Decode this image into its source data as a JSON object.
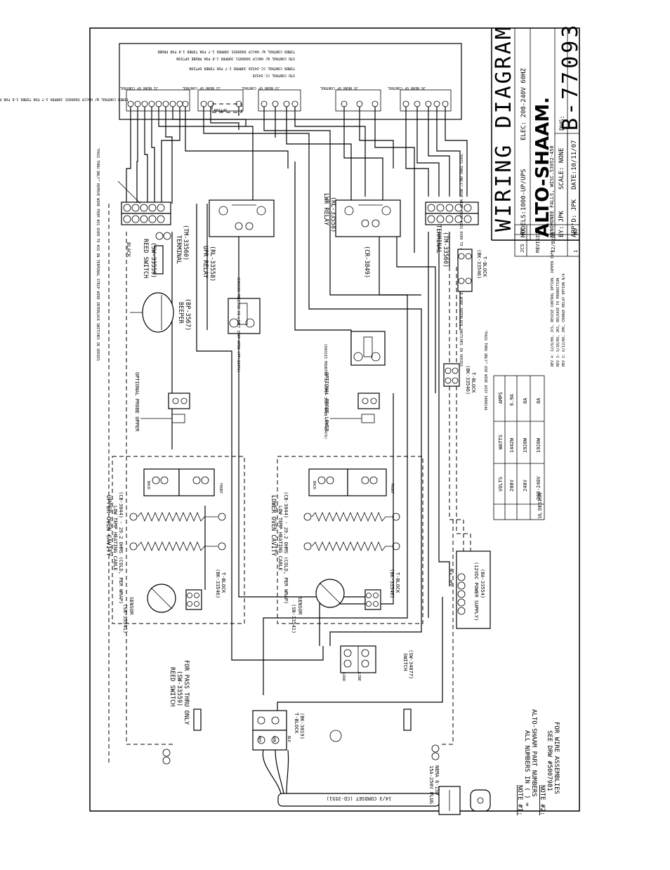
{
  "title_block": {
    "title": "WIRING DIAGRAM",
    "models": "MODELS:1000-UP/UPS",
    "elec": "ELEC: 208-240V 60HZ",
    "brand": "ALTO-SHAAM.",
    "address": "MENOMONEE FALLS, WISC.53052-450",
    "by": "BY: JPK",
    "scale": "SCALE: NONE",
    "dwg_label": "DWG:",
    "dwg_number": "B-77093",
    "appd": "APP'D: JPK",
    "date": "DATE:10/11/07"
  },
  "revision_table": {
    "headers": [
      "NO",
      "REVISION",
      "BY"
    ],
    "rows": [
      [
        "1",
        "12/8/08",
        "JCS"
      ]
    ]
  },
  "rating_table": {
    "headers": [
      "UL",
      "DESIGN",
      "VOLTS",
      "WATTS",
      "AMPS"
    ],
    "rows": [
      [
        "208V",
        "1442W",
        "6.9A"
      ],
      [
        "240V",
        "1920W",
        "8A"
      ],
      [
        "208-240V",
        "1920W",
        "8A"
      ]
    ]
  },
  "revision_notes": [
    "REV 4: 12/8/08, JCS, REVISE CONTROL OPTION. JUMPER INFO",
    "REV 3: 5/28/08, JKS, RELEASE TO PRODUCTION",
    "REV 2: 6/12/08, JPK, CHANGE RELAY OPTION N/A"
  ],
  "notes": {
    "note1_title": "NOTE #1:",
    "note1_l1": "ALL NUMBERS IN ( ) =",
    "note1_l2": "ALTO-SHAAM PART NUMBERS",
    "note2_title": "NOTE #2:",
    "note2_l1": "SEE DRW #5007981",
    "note2_l2": "FOR WIRE ASSEMBLIES"
  },
  "control": {
    "line1": "TIMER CONTROL W/ HACCP 5008955  JUMPER 1-7 FOR TIMER 1-8 FOR PROBE",
    "line2": "STD CONTROL W/ HACCP 5008951  JUMPER 1-8 FOR PROBE OPTION",
    "line3": "TIMER CONTROL CC-34326  JUMPER 1-7 FOR TIMER OPTION",
    "line4": "STD CONTROL CC-34328",
    "connectors": [
      "J1 REAR OF CONTROL",
      "J2 REAR OF CONTROL",
      "J3 REAR OF CONTROL",
      "J5 REAR OF CONTROL",
      "J6 REAR OF CONTROL"
    ],
    "option": "OPTION"
  },
  "components": {
    "terminal_upper": "TERMINAL",
    "terminal_upper_pn": "(TM-33560)",
    "terminal_lower": "TERMINAL",
    "terminal_lower_pn": "(TM-33560)",
    "reed_switch": "REED SWITCH",
    "reed_switch_pn": "(SW-33559)",
    "beeper": "BEEPER",
    "beeper_pn": "(BP-3567)",
    "upr_relay": "UPR RELAY",
    "upr_relay_pn": "(RL-33558)",
    "lwr_relay": "LWR RELAY",
    "lwr_relay_pn": "(RL-33558)",
    "cr_pn": "(CR-3849)",
    "chassis_upper": "CHASSIS MOUNTED HI-LIMIT 350F OPEN (TT-33476)",
    "chassis_lower": "CHASSIS MOUNTED HI-LIMIT 350F OPEN (TT-33476)",
    "probe_upper": "OPTIONAL PROBE UPPER",
    "probe_lower": "OPTIONAL PROBE LOWER",
    "tblock": "T-BLOCK",
    "tblock_pn": "(BK-33546)",
    "black": "BLACK",
    "pass_thru_upper": "\"PASS THRU ONLY\" REMOVE WIRE FROM #31 OVER TO #32 ON TERMINAL STRIP WIRE INTERLOCK SWITCHES IN SERIES",
    "pass_thru_lower": "\"PASS THRU ONLY\" MOVE WIRE FROM #131 OVER TO #132 ON TERMINAL STRIP WIRE INTERLOCK SWITCHES IN SERIES",
    "pass_thru_wire": "\"PASS THRU ONLY\" USE WIRE ASSY 5008146"
  },
  "cavities": {
    "upper_title": "UPPER OVEN CAVITY",
    "upper_cable": "LOW TEMP HEATING CABLE",
    "upper_cable_detail": "(CB-3044) - 29.2 OHMS (COLD, PER WRAP)",
    "lower_title": "LOWER OVEN CAVITY",
    "lower_cable": "LOW TEMP HEATING CABLE",
    "lower_cable_detail": "(CB-3044) - 29.2 OHMS (COLD, PER WRAP)",
    "sensor": "SENSOR",
    "sensor_pn": "(SN-33541)",
    "back": "BACK",
    "front": "FRONT"
  },
  "power": {
    "supply": "(12VDC POWER SUPPLY)",
    "supply_pn": "(BA-33554)",
    "switch": "SWITCH",
    "switch_pn": "(SW-34077)",
    "tblock": "T-BLOCK",
    "tblock_pn": "(BK-3019)",
    "cordset": "14/3 CORDSET (CD-3551)",
    "plug": "15A-250V PLUG",
    "plug_type": "NEMA 6-15P",
    "reed_pass": "REED SWITCH",
    "reed_pass_pn": "(SW-33559)",
    "reed_pass_note": "FOR PASS THRU ONLY",
    "wht": "WHT",
    "grn": "GRN",
    "blk": "BLK",
    "red": "RED",
    "line": "LINE",
    "load": "LOAD"
  }
}
